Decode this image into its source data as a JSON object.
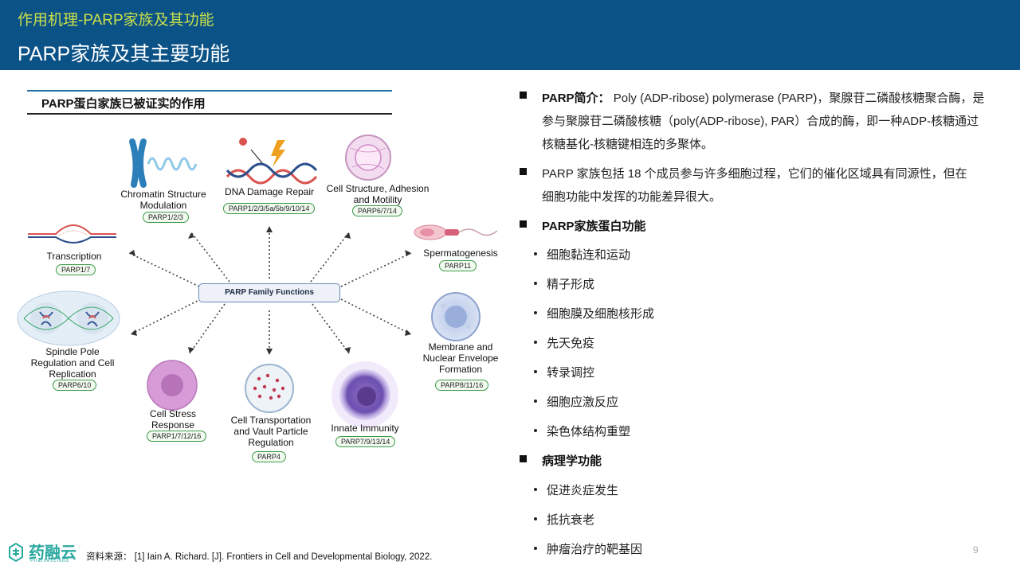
{
  "header": {
    "section": "作用机理-PARP家族及其功能",
    "title": "PARP家族及其主要功能"
  },
  "figure": {
    "title": "PARP蛋白家族已被证实的作用",
    "center": "PARP Family Functions",
    "nodes": {
      "chromatin": {
        "label1": "Chromatin Structure",
        "label2": "Modulation",
        "tag": "PARP1/2/3"
      },
      "dna": {
        "label1": "DNA Damage Repair",
        "tag": "PARP1/2/3/5a/5b/9/10/14"
      },
      "cellstruct": {
        "label1": "Cell Structure, Adhesion",
        "label2": "and Motility",
        "tag": "PARP6/7/14"
      },
      "transcription": {
        "label1": "Transcription",
        "tag": "PARP1/7"
      },
      "sperm": {
        "label1": "Spermatogenesis",
        "tag": "PARP11"
      },
      "spindle": {
        "label1": "Spindle Pole",
        "label2": "Regulation and Cell",
        "label3": "Replication",
        "tag": "PARP6/10"
      },
      "membrane": {
        "label1": "Membrane and",
        "label2": "Nuclear Envelope",
        "label3": "Formation",
        "tag": "PARP8/11/16"
      },
      "stress": {
        "label1": "Cell Stress",
        "label2": "Response",
        "tag": "PARP1/7/12/16"
      },
      "transport": {
        "label1": "Cell Transportation",
        "label2": "and Vault Particle",
        "label3": "Regulation",
        "tag": "PARP4"
      },
      "immunity": {
        "label1": "Innate Immunity",
        "tag": "PARP7/9/13/14"
      }
    }
  },
  "text": {
    "intro_label": "PARP简介：",
    "intro_1": "Poly (ADP-ribose) polymerase (PARP)，聚腺苷二磷酸核糖聚合酶，是",
    "intro_2": "参与聚腺苷二磷酸核糖（poly(ADP-ribose), PAR）合成的酶，即一种ADP-核糖通过",
    "intro_3": "核糖基化-核糖键相连的多聚体。",
    "family_1": "PARP 家族包括 18 个成员参与许多细胞过程，它们的催化区域具有同源性，但在",
    "family_2": "细胞功能中发挥的功能差异很大。",
    "func_head": "PARP家族蛋白功能",
    "functions": [
      "细胞黏连和运动",
      "精子形成",
      "细胞膜及细胞核形成",
      "先天免疫",
      "转录调控",
      "细胞应激反应",
      "染色体结构重塑"
    ],
    "patho_head": "病理学功能",
    "pathology": [
      "促进炎症发生",
      "抵抗衰老",
      "肿瘤治疗的靶基因"
    ]
  },
  "footer": {
    "source": "资料来源：  [1] Iain A. Richard. [J]. Frontiers in Cell and Developmental Biology, 2022.",
    "page": "9",
    "logo_text": "药融云",
    "logo_sub": "Pharnexcloud"
  },
  "colors": {
    "header_bg": "#0b5287",
    "header_sub": "#c9e04a",
    "tag_border": "#3b9a48",
    "logo": "#2aa8a0"
  }
}
